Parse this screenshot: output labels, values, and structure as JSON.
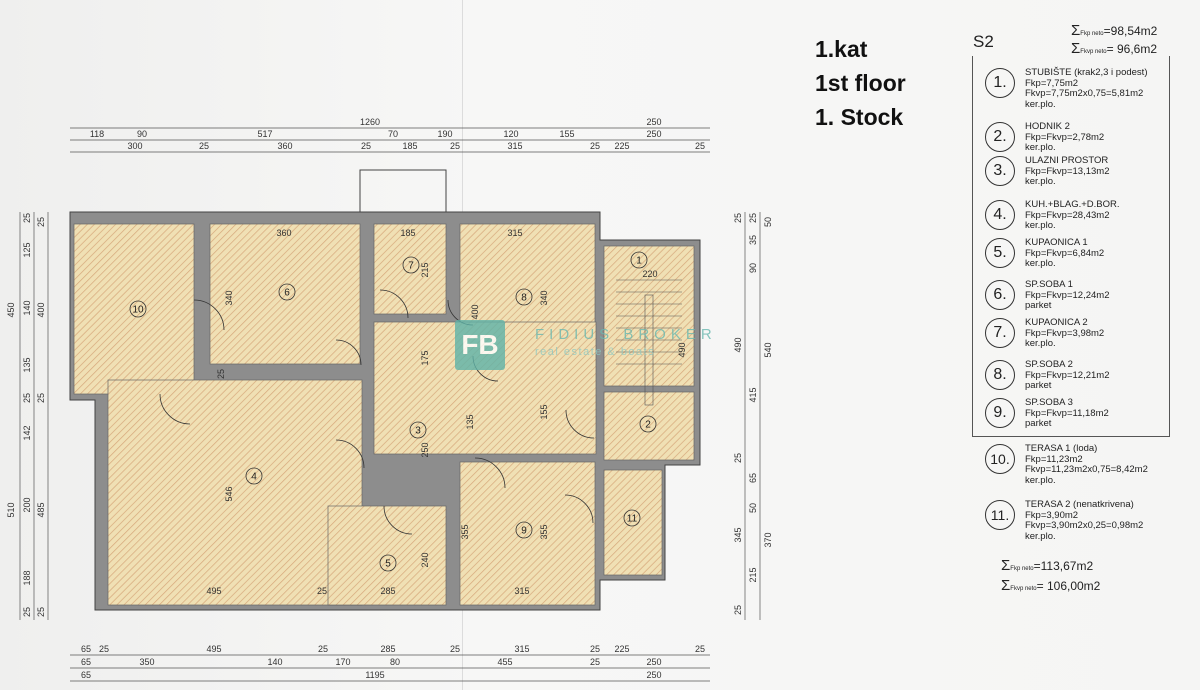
{
  "titles": [
    "1.kat",
    "1st floor",
    "1. Stock"
  ],
  "legend": {
    "section": "S2",
    "top_totals": [
      {
        "sub": "kp neto",
        "value": "=98,54m2"
      },
      {
        "sub": "kvp neto",
        "value": "= 96,6m2"
      }
    ],
    "items": [
      {
        "num": "1.",
        "lines": [
          "STUBIŠTE (krak2,3 i podest)",
          "Fkp=7,75m2",
          "Fkvp=7,75m2x0,75=5,81m2",
          "ker.plo."
        ]
      },
      {
        "num": "2.",
        "lines": [
          "HODNIK 2",
          "Fkp=Fkvp=2,78m2",
          "ker.plo."
        ]
      },
      {
        "num": "3.",
        "lines": [
          "ULAZNI PROSTOR",
          "Fkp=Fkvp=13,13m2",
          "ker.plo."
        ]
      },
      {
        "num": "4.",
        "lines": [
          "KUH.+BLAG.+D.BOR.",
          "Fkp=Fkvp=28,43m2",
          "ker.plo."
        ]
      },
      {
        "num": "5.",
        "lines": [
          "KUPAONICA 1",
          "Fkp=Fkvp=6,84m2",
          "ker.plo."
        ]
      },
      {
        "num": "6.",
        "lines": [
          "SP.SOBA 1",
          "Fkp=Fkvp=12,24m2",
          "parket"
        ]
      },
      {
        "num": "7.",
        "lines": [
          "KUPAONICA 2",
          "Fkp=Fkvp=3,98m2",
          "ker.plo."
        ]
      },
      {
        "num": "8.",
        "lines": [
          "SP.SOBA 2",
          "Fkp=Fkvp=12,21m2",
          "parket"
        ]
      },
      {
        "num": "9.",
        "lines": [
          "SP.SOBA 3",
          "Fkp=Fkvp=11,18m2",
          "parket"
        ]
      },
      {
        "num": "10.",
        "lines": [
          "TERASA 1 (loda)",
          "Fkp=11,23m2",
          "Fkvp=11,23m2x0,75=8,42m2",
          "ker.plo."
        ]
      },
      {
        "num": "11.",
        "lines": [
          "TERASA 2 (nenatkrivena)",
          "Fkp=3,90m2",
          "Fkvp=3,90m2x0,25=0,98m2",
          "ker.plo."
        ]
      }
    ],
    "bottom_totals": [
      {
        "sub": "kp neto",
        "value": "=113,67m2"
      },
      {
        "sub": "kvp neto",
        "value": "= 106,00m2"
      }
    ]
  },
  "watermark": {
    "mark": "FB",
    "name": "FIDIUS BROKER",
    "tagline": "real estate & boats"
  },
  "plan": {
    "top_dims": {
      "row1": [
        "1260",
        "250"
      ],
      "row2": [
        "118",
        "90",
        "517",
        "70",
        "190",
        "120",
        "155",
        "250"
      ],
      "row3": [
        "300",
        "25",
        "360",
        "25",
        "185",
        "25",
        "315",
        "25",
        "225",
        "25"
      ]
    },
    "bottom_dims": {
      "row1": [
        "65",
        "25",
        "495",
        "25",
        "285",
        "25",
        "315",
        "25",
        "225",
        "25"
      ],
      "row2": [
        "65",
        "350",
        "140",
        "170",
        "80",
        "455",
        "25",
        "250"
      ],
      "row3": [
        "65",
        "1195",
        "250"
      ]
    },
    "left_dims": [
      "25",
      "25",
      "125",
      "450",
      "140",
      "400",
      "135",
      "25",
      "25",
      "142",
      "510",
      "200",
      "485",
      "188",
      "25",
      "25"
    ],
    "right_dims": [
      "25",
      "25",
      "50",
      "35",
      "90",
      "490",
      "540",
      "415",
      "25",
      "65",
      "50",
      "345",
      "370",
      "215",
      "25"
    ],
    "room_labels": [
      "10",
      "6",
      "7",
      "8",
      "1",
      "3",
      "4",
      "2",
      "5",
      "9",
      "11"
    ],
    "inner_dims": [
      "360",
      "185",
      "315",
      "340",
      "215",
      "400",
      "340",
      "220",
      "175",
      "490",
      "135",
      "155",
      "250",
      "546",
      "240",
      "355",
      "355",
      "495",
      "285",
      "315",
      "25",
      "25"
    ]
  }
}
